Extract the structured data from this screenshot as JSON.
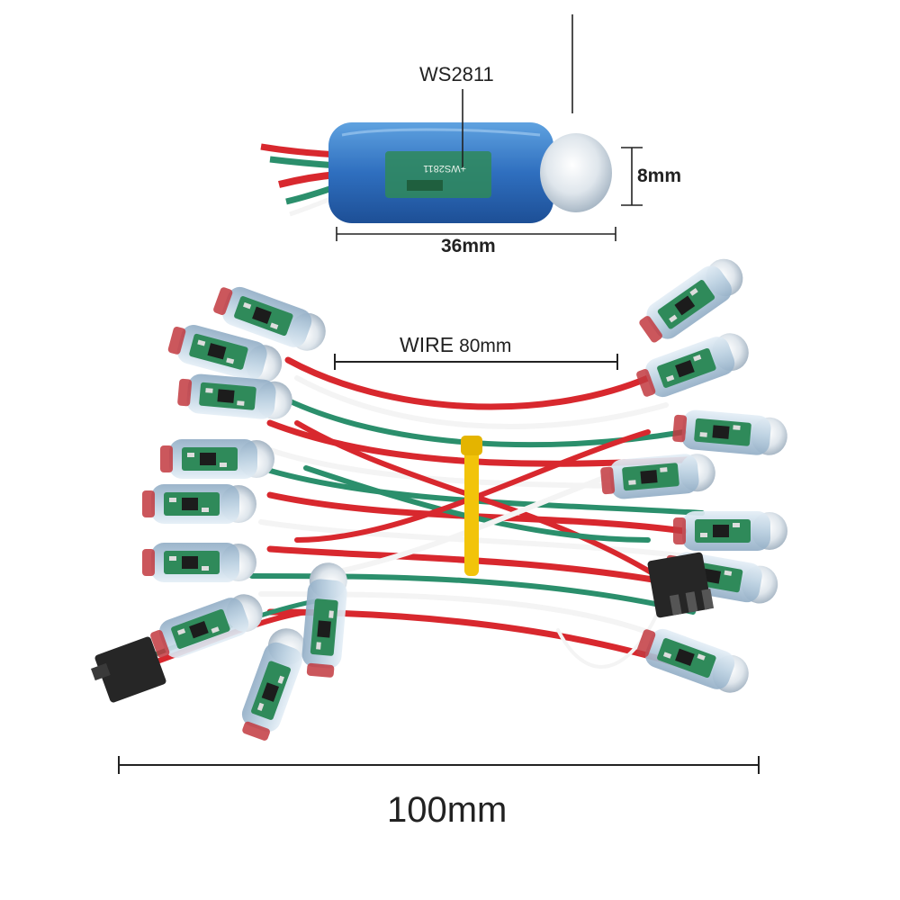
{
  "labels": {
    "chip": "WS2811",
    "width": "8mm",
    "length": "36mm",
    "wire_word": "WIRE",
    "wire_value": "80mm",
    "overall": "100mm",
    "pcb_print": "+WS2811"
  },
  "colors": {
    "housing_blue": "#3d7fc9",
    "pixel_body": "#c9dbe8",
    "pcb_green": "#2f8a5a",
    "wire_red": "#d8282e",
    "wire_white": "#f4f4f4",
    "wire_green": "#2b8f6c",
    "connector_black": "#262626",
    "cable_tie": "#f2c40a",
    "dimension_line": "#222222"
  }
}
